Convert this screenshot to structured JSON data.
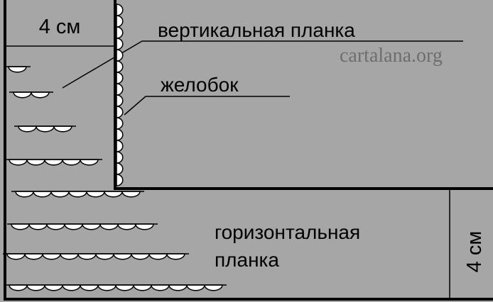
{
  "labels": {
    "width_top": "4 см",
    "vertical_strip": "вертикальная планка",
    "watermark": "cartalana.org",
    "groove": "желобок",
    "horizontal_strip_line1": "горизонтальная",
    "horizontal_strip_line2": "планка",
    "width_side": "4 см"
  },
  "colors": {
    "background": "#a6a6a6",
    "line": "#000000",
    "scallop_fill": "#ffffff",
    "watermark": "#6e6e6e"
  },
  "rows": [
    {
      "scallops": 1
    },
    {
      "scallops": 2
    },
    {
      "scallops": 3
    },
    {
      "scallops": 5
    },
    {
      "scallops": 7
    },
    {
      "scallops": 8
    },
    {
      "scallops": 10
    },
    {
      "scallops": 12
    }
  ],
  "vertical_scallops": 16
}
